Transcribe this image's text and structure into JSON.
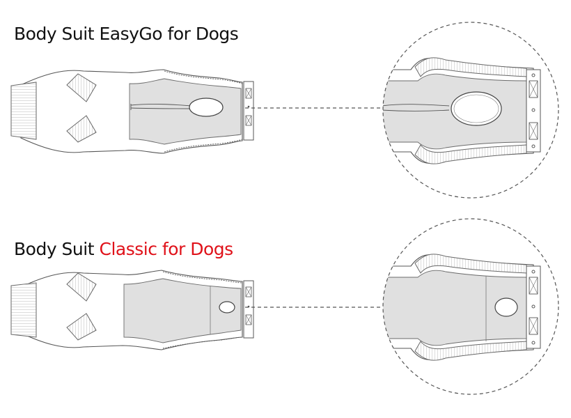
{
  "titles": {
    "easygo_prefix": "Body Suit EasyGo for Dogs",
    "classic_prefix": "Body Suit",
    "classic_highlight": "Classic for Dogs"
  },
  "colors": {
    "text": "#111111",
    "highlight": "#e0121a",
    "panel": "#e0e0e0",
    "line": "#555555"
  }
}
